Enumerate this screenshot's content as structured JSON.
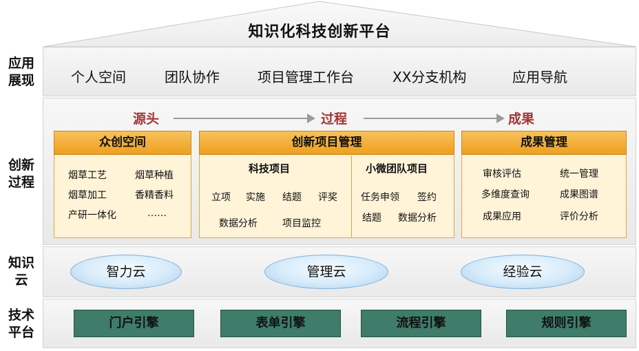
{
  "title": "知识化科技创新平台",
  "rows": {
    "app_label": [
      "应用",
      "展现"
    ],
    "process_label": [
      "创新",
      "过程"
    ],
    "knowledge_label": [
      "知识",
      "云"
    ],
    "tech_label": [
      "技术",
      "平台"
    ]
  },
  "app_items": [
    "个人空间",
    "团队协作",
    "项目管理工作台",
    "XX分支机构",
    "应用导航"
  ],
  "stages": [
    "源头",
    "过程",
    "成果"
  ],
  "panels": {
    "crowd": {
      "title": "众创空间",
      "items": [
        "烟草工艺",
        "烟草种植",
        "烟草加工",
        "香精香料",
        "产研一体化",
        "……"
      ]
    },
    "project": {
      "title": "创新项目管理",
      "tech": {
        "title": "科技项目",
        "items": [
          "立项",
          "实施",
          "结题",
          "评奖",
          "数据分析",
          "项目监控"
        ]
      },
      "team": {
        "title": "小微团队项目",
        "items": [
          "任务申领",
          "签约",
          "结题",
          "数据分析"
        ]
      }
    },
    "result": {
      "title": "成果管理",
      "items": [
        "审核评估",
        "统一管理",
        "多维度查询",
        "成果图谱",
        "成果应用",
        "评价分析"
      ]
    }
  },
  "clouds": [
    "智力云",
    "管理云",
    "经验云"
  ],
  "engines": [
    "门户引擎",
    "表单引擎",
    "流程引擎",
    "规则引擎"
  ]
}
